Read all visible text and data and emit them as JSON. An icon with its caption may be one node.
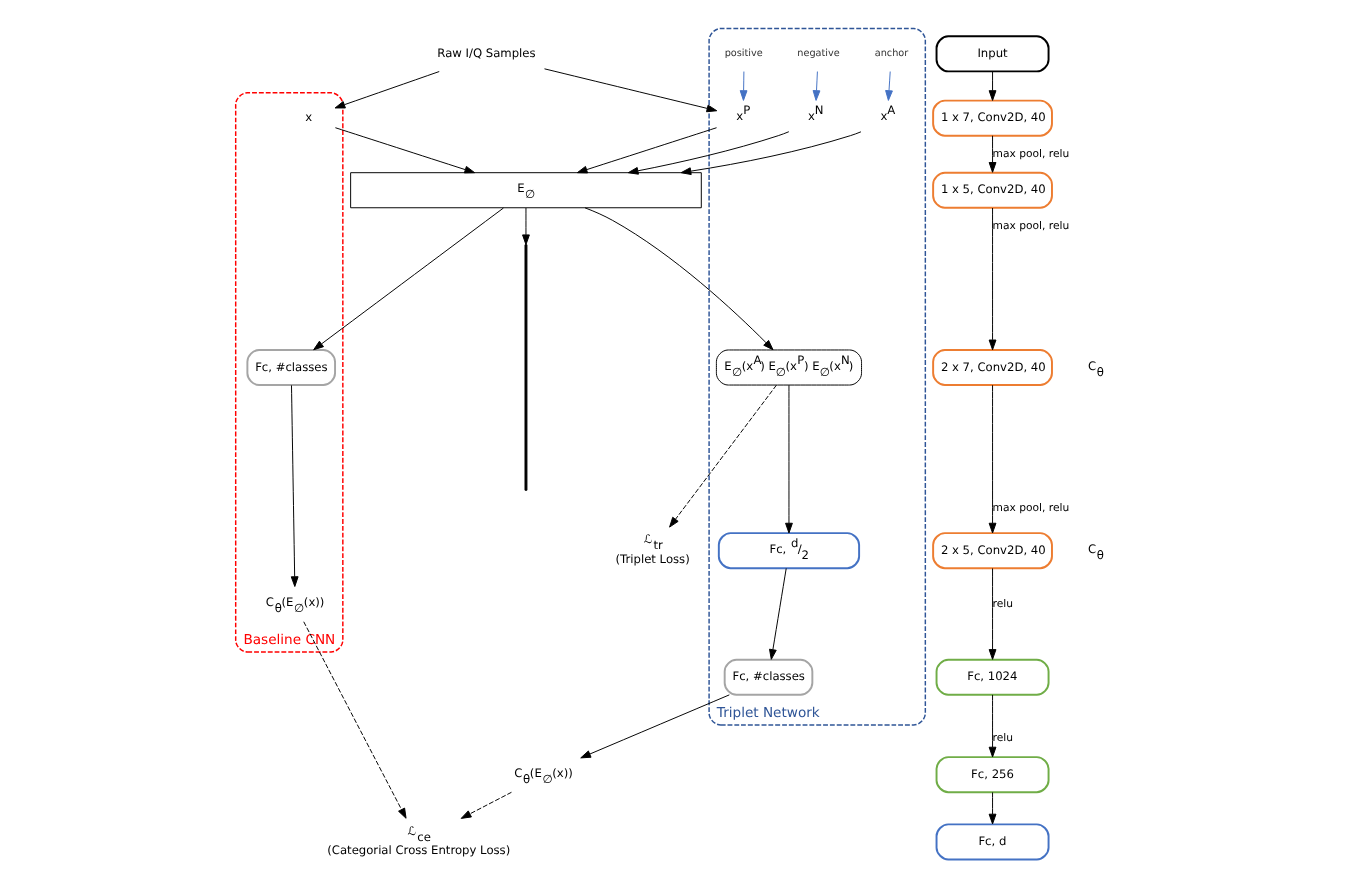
{
  "diagram": {
    "nodes": [
      {
        "text": [
          "Raw I/Q Samples"
        ]
      },
      {
        "text": [
          "Baseline CNN"
        ]
      },
      {
        "text": [
          "x"
        ],
        "in": 1
      },
      {
        "text": [
          "Triplet Network"
        ]
      },
      {
        "text": [
          "x$^{A}$"
        ],
        "in": 3
      },
      {
        "text": [
          "x$^{P}$"
        ],
        "in": 3
      },
      {
        "text": [
          "x$^{N}$"
        ],
        "in": 3
      },
      {
        "text": [
          "anchor"
        ],
        "in": 3
      },
      {
        "text": [
          "positive"
        ],
        "in": 3
      },
      {
        "text": [
          "negative"
        ],
        "in": 3
      },
      {
        "text": [
          "E$_{∅}$"
        ]
      },
      {
        "text": [
          "Fc, #classes"
        ],
        "in": 1
      },
      {
        "text": [
          "C$_{θ}$(E$_{∅}$(x))"
        ],
        "in": 1
      },
      {
        "text": [
          "E$_{∅}$(x$^{A}$) E$_{∅}$(x$^{P}$) E$_{∅}$(x$^{N}$)"
        ],
        "in": 3
      },
      {
        "text": [
          "Fc, $^{d}$/$_{2}$"
        ],
        "in": 3
      },
      {
        "text": [
          "Fc, #classes"
        ],
        "in": 3
      },
      {
        "text": [
          "ℒ$_{tr}$",
          "(Triplet Loss)"
        ]
      },
      {
        "text": [
          "ℒ$_{ce}$",
          "(Categorial Cross Entropy Loss)"
        ]
      },
      {
        "text": [
          "C$_{θ}$(E$_{∅}$(x))"
        ]
      },
      {
        "text": [],
        "shape": "brace"
      },
      {
        "text": [
          "Input"
        ]
      },
      {
        "text": [
          "1 x 7, Conv2D, 40"
        ]
      },
      {
        "text": [
          "1 x 5, Conv2D, 40"
        ]
      },
      {
        "text": [
          "2 x 7, Conv2D, 40"
        ]
      },
      {
        "text": [
          "2 x 5, Conv2D, 40"
        ]
      },
      {
        "text": [
          "Fc, 1024"
        ]
      },
      {
        "text": [
          "Fc, 256"
        ]
      },
      {
        "text": [
          "Fc, d"
        ]
      }
    ],
    "edges": [
      {
        "from": 0,
        "to": 2,
        "arrow": "to"
      },
      {
        "from": 0,
        "to": 5,
        "arrow": "to"
      },
      {
        "from": 7,
        "to": 4,
        "arrow": "to",
        "color": "#4472c4"
      },
      {
        "from": 8,
        "to": 5,
        "arrow": "to",
        "color": "#4472c4"
      },
      {
        "from": 9,
        "to": 6,
        "arrow": "to",
        "color": "#4472c4"
      },
      {
        "from": 2,
        "to": 10,
        "arrow": "to"
      },
      {
        "from": 4,
        "to": 10,
        "arrow": "to"
      },
      {
        "from": 5,
        "to": 10,
        "arrow": "to"
      },
      {
        "from": 6,
        "to": 10,
        "arrow": "to"
      },
      {
        "from": 10,
        "to": 11,
        "arrow": "to"
      },
      {
        "from": 11,
        "to": 12,
        "arrow": "to"
      },
      {
        "from": 12,
        "to": 17,
        "arrow": "to",
        "style": "dashed"
      },
      {
        "from": 10,
        "to": 13,
        "arrow": "to"
      },
      {
        "from": 13,
        "to": 16,
        "arrow": "to",
        "style": "dashed"
      },
      {
        "from": 13,
        "to": 14,
        "arrow": "to"
      },
      {
        "from": 14,
        "to": 15,
        "arrow": "to"
      },
      {
        "from": 15,
        "to": 18,
        "arrow": "to"
      },
      {
        "from": 18,
        "to": 17,
        "arrow": "to",
        "style": "dashed"
      },
      {
        "from": 10,
        "to": 19,
        "arrow": "to"
      },
      {
        "from": 20,
        "to": 21,
        "arrow": "to"
      },
      {
        "from": 21,
        "to": 22,
        "arrow": "to",
        "label": "max pool, relu"
      },
      {
        "from": 22,
        "to": 23,
        "arrow": "to",
        "label": "max pool, relu"
      },
      {
        "from": 23,
        "to": 24,
        "arrow": "to",
        "label": "max pool, relu"
      },
      {
        "from": 24,
        "to": 25,
        "arrow": "to",
        "label": "relu"
      },
      {
        "from": 25,
        "to": 26,
        "arrow": "to",
        "label": "relu"
      },
      {
        "from": 26,
        "to": 27,
        "arrow": "to"
      }
    ],
    "labels": [
      "C$_{θ}$",
      "C$_{θ}$"
    ]
  }
}
